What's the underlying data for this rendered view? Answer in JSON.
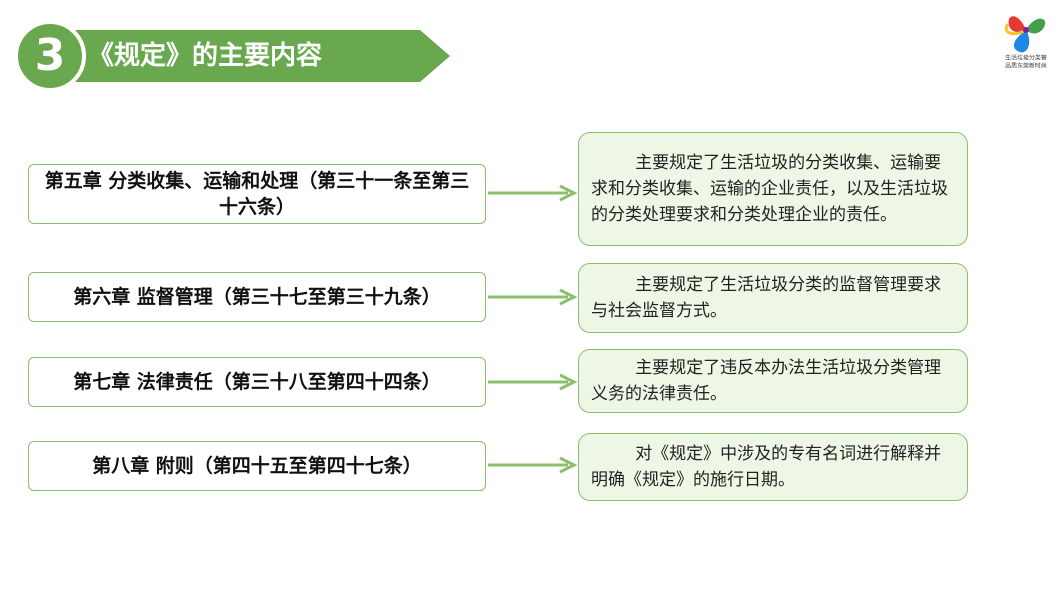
{
  "header": {
    "number": "3",
    "title": "《规定》的主要内容"
  },
  "logo": {
    "line1": "生活垃圾分类管",
    "line2": "品质东莞新时尚"
  },
  "colors": {
    "accent": "#6aa84f",
    "border": "#8cbf6c",
    "desc_bg": "#eef6e6"
  },
  "rows": [
    {
      "chapter": "第五章  分类收集、运输和处理（第三十一条至第三十六条）",
      "description": "主要规定了生活垃圾的分类收集、运输要求和分类收集、运输的企业责任，以及生活垃圾的分类处理要求和分类处理企业的责任。"
    },
    {
      "chapter": "第六章  监督管理（第三十七至第三十九条）",
      "description": "主要规定了生活垃圾分类的监督管理要求与社会监督方式。"
    },
    {
      "chapter": "第七章  法律责任（第三十八至第四十四条）",
      "description": "主要规定了违反本办法生活垃圾分类管理义务的法律责任。"
    },
    {
      "chapter": "第八章  附则（第四十五至第四十七条）",
      "description": "对《规定》中涉及的专有名词进行解释并明确《规定》的施行日期。"
    }
  ]
}
